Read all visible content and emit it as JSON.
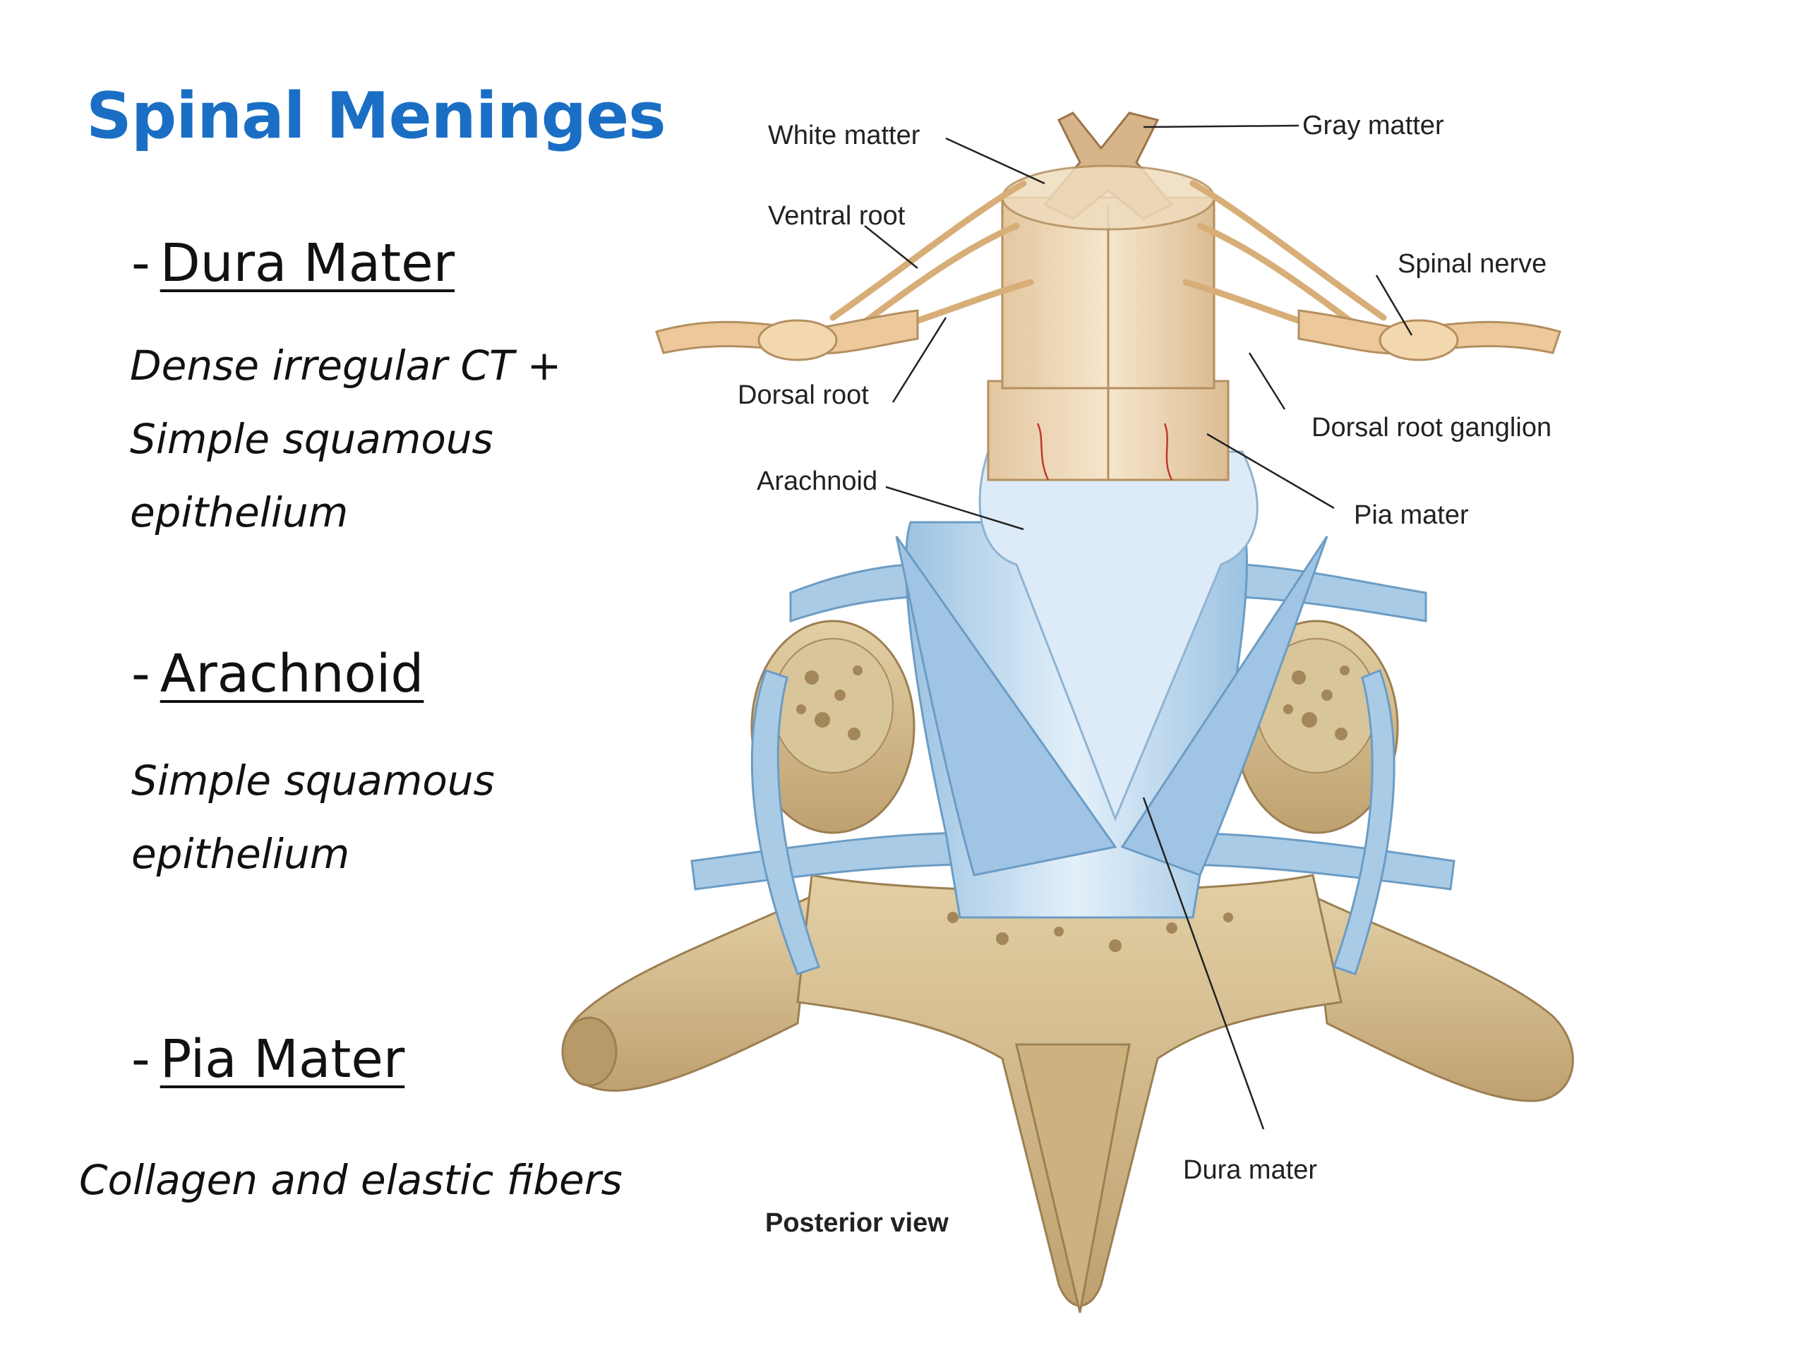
{
  "title": "Spinal Meninges",
  "sections": [
    {
      "dash": "-",
      "heading": "Dura Mater",
      "lines": [
        "Dense irregular CT +",
        "Simple squamous",
        "epithelium"
      ]
    },
    {
      "dash": "-",
      "heading": "Arachnoid",
      "lines": [
        "Simple squamous",
        "epithelium"
      ]
    },
    {
      "dash": "-",
      "heading": "Pia Mater",
      "lines": [
        "Collagen and elastic fibers"
      ]
    }
  ],
  "figure": {
    "labels": {
      "white_matter": "White matter",
      "gray_matter": "Gray matter",
      "ventral_root": "Ventral root",
      "spinal_nerve": "Spinal nerve",
      "dorsal_root": "Dorsal  root",
      "dorsal_root_ganglion": "Dorsal root ganglion",
      "arachnoid": "Arachnoid",
      "pia_mater": "Pia mater",
      "dura_mater": "Dura mater",
      "view": "Posterior view"
    },
    "colors": {
      "nerve": "#ecc89a",
      "meninges": "#b9d6ec",
      "bone": "#d7bf91",
      "vessel": "#c0392b"
    }
  }
}
